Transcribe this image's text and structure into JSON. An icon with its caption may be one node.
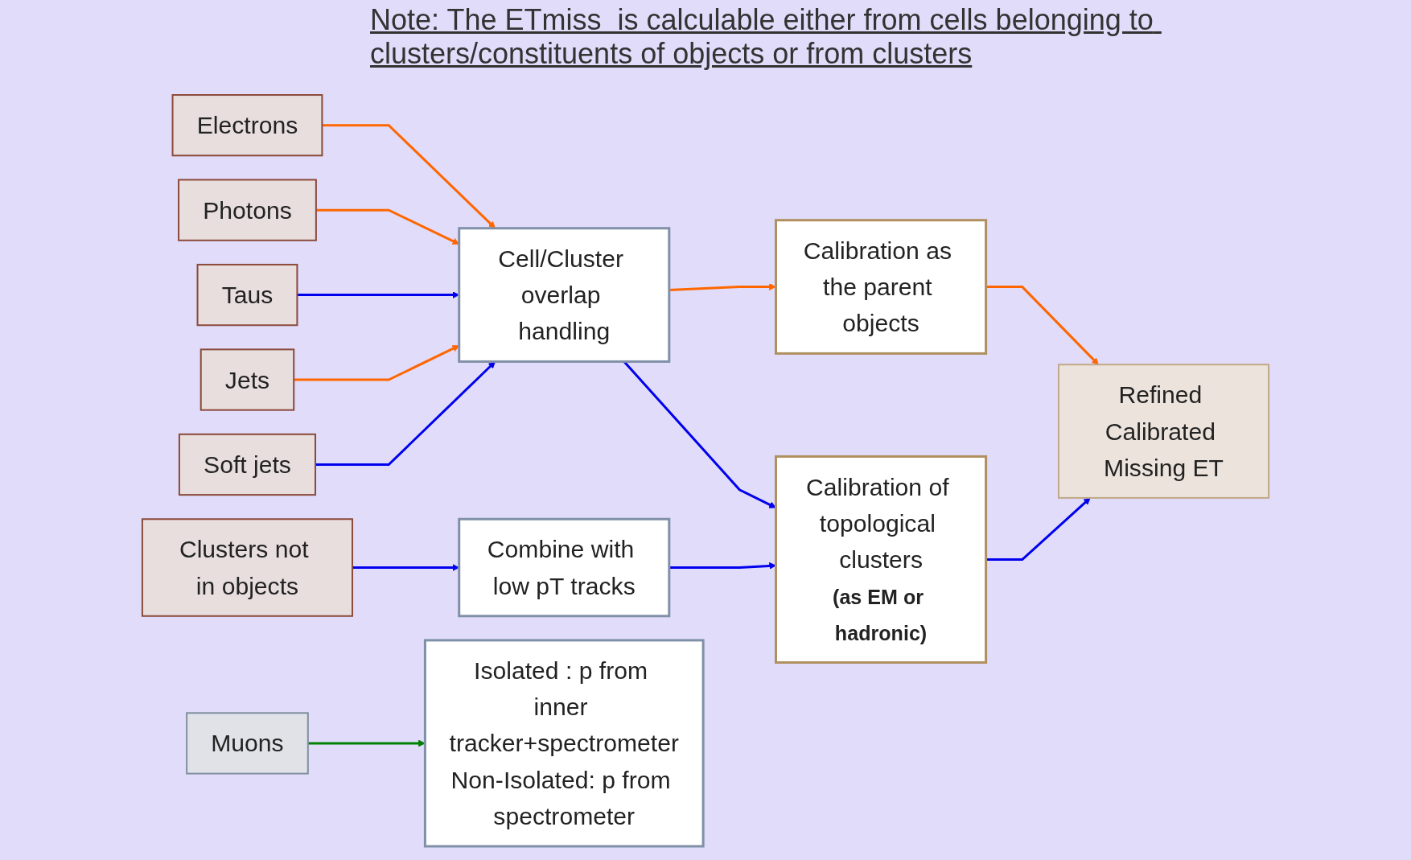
{
  "diagram": {
    "nodes": [
      {
        "text": [
          "Electrons"
        ]
      },
      {
        "text": [
          "Photons"
        ]
      },
      {
        "text": [
          "Taus"
        ]
      },
      {
        "text": [
          "Jets"
        ]
      },
      {
        "text": [
          "Soft jets"
        ]
      },
      {
        "text": [
          "Clusters not in objects"
        ]
      },
      {
        "text": [
          "Muons"
        ]
      },
      {
        "text": [
          "Cell/Cluster overlap handling"
        ]
      },
      {
        "text": [
          "Calibration as the parent objects"
        ]
      },
      {
        "text": [
          "Calibration of topological clusters",
          "(as EM or hadronic)"
        ]
      },
      {
        "text": [
          "Combine with low pT tracks"
        ]
      },
      {
        "text": [
          "Refined Calibrated Missing ET"
        ]
      },
      {
        "text": [
          "Isolated : p from inner tracker+spectrometer",
          "Non-Isolated: p from spectrometer"
        ]
      }
    ],
    "edges": [
      {
        "from": 0,
        "to": 7,
        "arrow": "to",
        "color": "#ff6600"
      },
      {
        "from": 1,
        "to": 7,
        "arrow": "to",
        "color": "#ff6600"
      },
      {
        "from": 2,
        "to": 7,
        "arrow": "to"
      },
      {
        "from": 3,
        "to": 7,
        "arrow": "to",
        "color": "#ff6600"
      },
      {
        "from": 4,
        "to": 7,
        "arrow": "to"
      },
      {
        "from": 7,
        "to": 8,
        "arrow": "to",
        "color": "#ff6600"
      },
      {
        "from": 7,
        "to": 9,
        "arrow": "to"
      },
      {
        "from": 8,
        "to": 11,
        "arrow": "to",
        "color": "#ff6600"
      },
      {
        "from": 5,
        "to": 10,
        "arrow": "to"
      },
      {
        "from": 10,
        "to": 9,
        "arrow": "to"
      },
      {
        "from": 9,
        "to": 11,
        "arrow": "to"
      },
      {
        "from": 6,
        "to": 12,
        "arrow": "to",
        "color": "#008000"
      }
    ],
    "labels": [
      "Note: The ETmiss  is calculable either from cells belonging to clusters/constituents of objects or from clusters"
    ]
  }
}
